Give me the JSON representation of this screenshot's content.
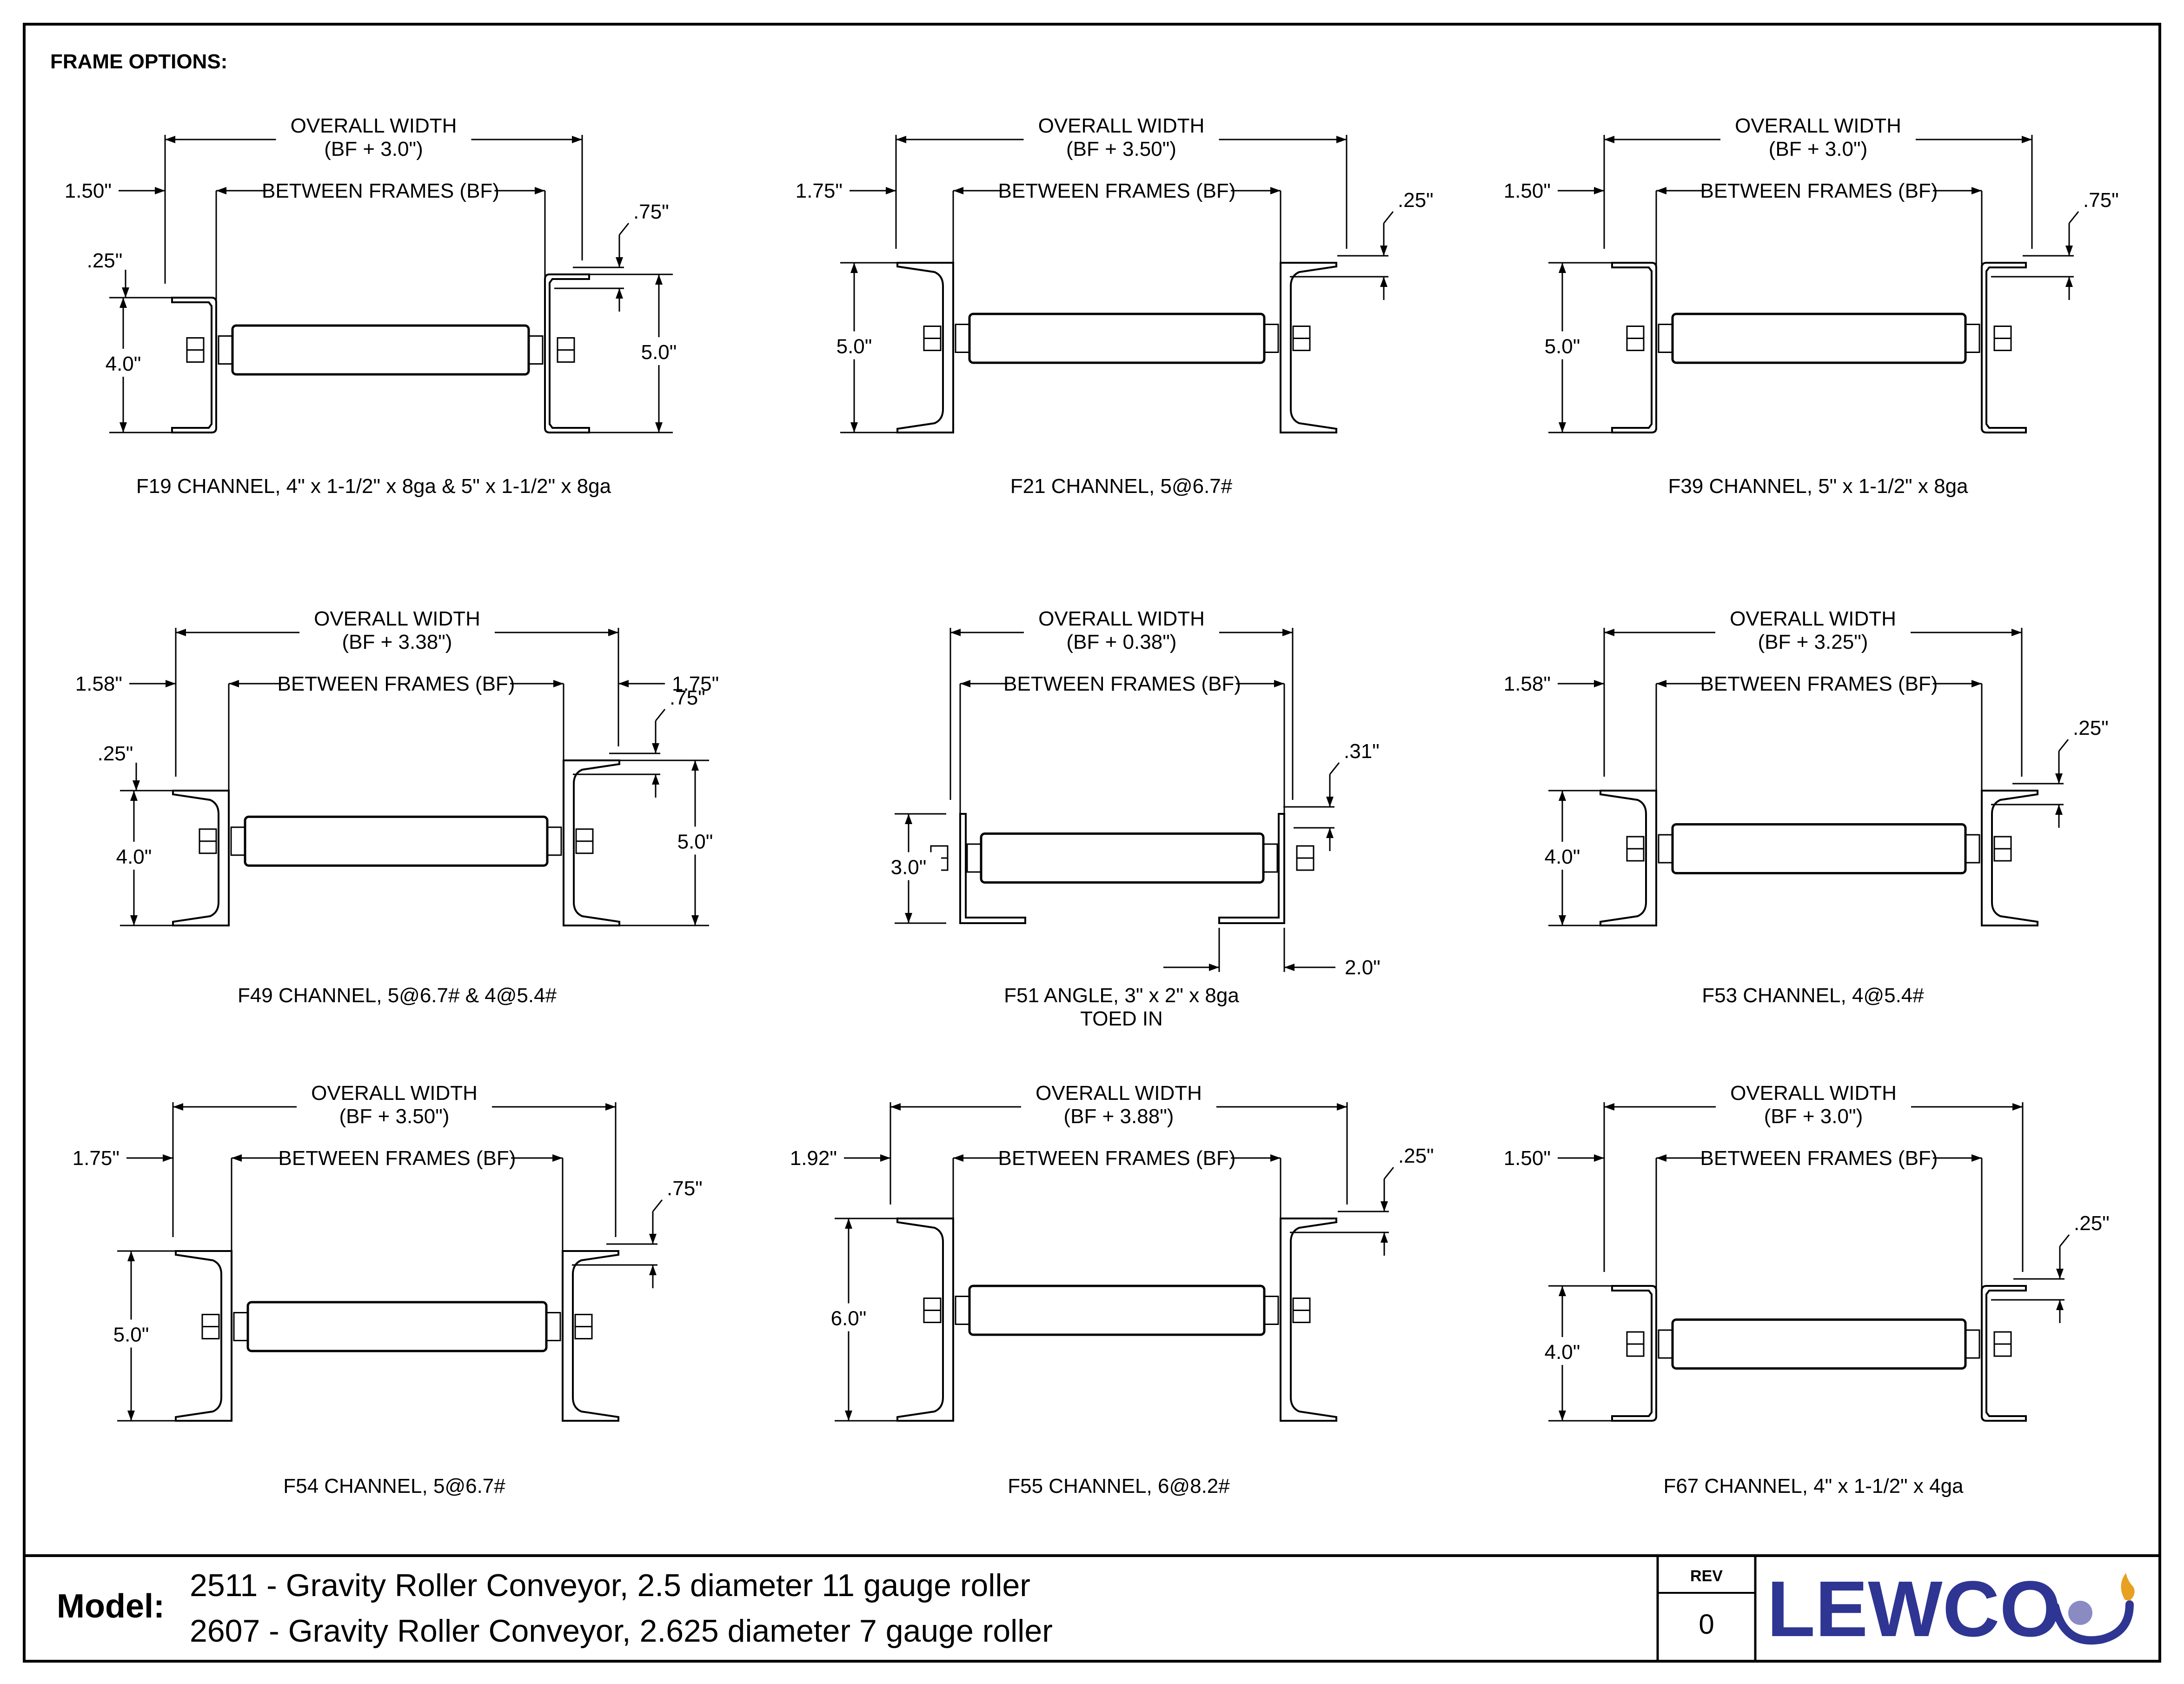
{
  "header": {
    "title": "FRAME OPTIONS:"
  },
  "labels": {
    "overall_width": "OVERALL WIDTH",
    "between_frames": "BETWEEN FRAMES (BF)"
  },
  "frames": [
    {
      "id": "F19",
      "caption": "F19 CHANNEL, 4\" x 1-1/2\" x 8ga & 5\" x 1-1/2\" x 8ga",
      "caption2": "",
      "ow_formula": "(BF + 3.0\")",
      "left_offset": "1.50\"",
      "right_offset": "",
      "top_left": ".25\"",
      "top_right": ".75\"",
      "left_height": "4.0\"",
      "right_height": "5.0\""
    },
    {
      "id": "F21",
      "caption": "F21 CHANNEL, 5@6.7#",
      "caption2": "",
      "ow_formula": "(BF + 3.50\")",
      "left_offset": "1.75\"",
      "right_offset": "",
      "top_left": "",
      "top_right": ".25\"",
      "left_height": "5.0\"",
      "right_height": ""
    },
    {
      "id": "F39",
      "caption": "F39 CHANNEL, 5\" x 1-1/2\" x 8ga",
      "caption2": "",
      "ow_formula": "(BF + 3.0\")",
      "left_offset": "1.50\"",
      "right_offset": "",
      "top_left": "",
      "top_right": ".75\"",
      "left_height": "5.0\"",
      "right_height": ""
    },
    {
      "id": "F49",
      "caption": "F49 CHANNEL, 5@6.7# & 4@5.4#",
      "caption2": "",
      "ow_formula": "(BF + 3.38\")",
      "left_offset": "1.58\"",
      "right_offset": "1.75\"",
      "top_left": ".25\"",
      "top_right": ".75\"",
      "left_height": "4.0\"",
      "right_height": "5.0\""
    },
    {
      "id": "F51",
      "caption": "F51 ANGLE, 3\" x 2\" x 8ga",
      "caption2": "TOED IN",
      "ow_formula": "(BF + 0.38\")",
      "left_offset": "",
      "right_offset": "",
      "top_left": "",
      "top_right": ".31\"",
      "left_height": "3.0\"",
      "right_height": "",
      "bottom": "2.0\""
    },
    {
      "id": "F53",
      "caption": "F53 CHANNEL, 4@5.4#",
      "caption2": "",
      "ow_formula": "(BF + 3.25\")",
      "left_offset": "1.58\"",
      "right_offset": "",
      "top_left": "",
      "top_right": ".25\"",
      "left_height": "4.0\"",
      "right_height": ""
    },
    {
      "id": "F54",
      "caption": "F54 CHANNEL, 5@6.7#",
      "caption2": "",
      "ow_formula": "(BF + 3.50\")",
      "left_offset": "1.75\"",
      "right_offset": "",
      "top_left": "",
      "top_right": ".75\"",
      "left_height": "5.0\"",
      "right_height": ""
    },
    {
      "id": "F55",
      "caption": "F55 CHANNEL, 6@8.2#",
      "caption2": "",
      "ow_formula": "(BF + 3.88\")",
      "left_offset": "1.92\"",
      "right_offset": "",
      "top_left": "",
      "top_right": ".25\"",
      "left_height": "6.0\"",
      "right_height": ""
    },
    {
      "id": "F67",
      "caption": "F67 CHANNEL, 4\" x 1-1/2\" x 4ga",
      "caption2": "",
      "ow_formula": "(BF + 3.0\")",
      "left_offset": "1.50\"",
      "right_offset": "",
      "top_left": "",
      "top_right": ".25\"",
      "left_height": "4.0\"",
      "right_height": ""
    }
  ],
  "title_block": {
    "model_label": "Model:",
    "model_line_1": "2511 - Gravity Roller Conveyor, 2.5 diameter 11 gauge roller",
    "model_line_2": "2607 - Gravity Roller Conveyor, 2.625 diameter 7 gauge roller",
    "rev_label": "REV",
    "rev_value": "0",
    "logo_text": "LEWCO",
    "logo_color": "#2e3592",
    "logo_accent": "#8b8bc4",
    "flame_color": "#e8a020"
  }
}
